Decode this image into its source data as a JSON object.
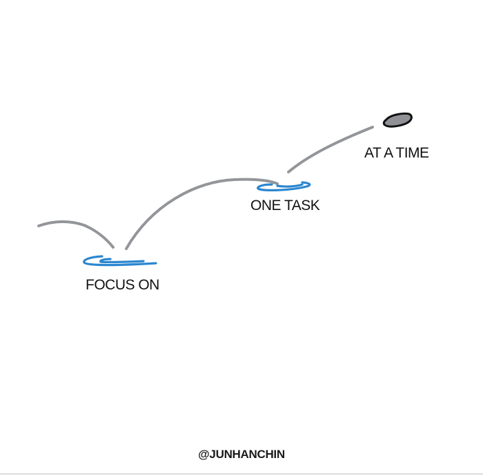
{
  "labels": {
    "first": "FOCUS ON",
    "second": "ONE TASK",
    "third": "AT A TIME"
  },
  "credit": "@JUNHANCHIN",
  "colors": {
    "background": "#ffffff",
    "arc": "#939599",
    "ripple": "#2b86cf",
    "stone_fill": "#8f9195",
    "stone_outline": "#111111",
    "text": "#111111",
    "bottom_rule": "#cfcfcf"
  },
  "icons": {
    "stone": "skipping-stone-icon",
    "ripple": "water-ripple-icon"
  }
}
